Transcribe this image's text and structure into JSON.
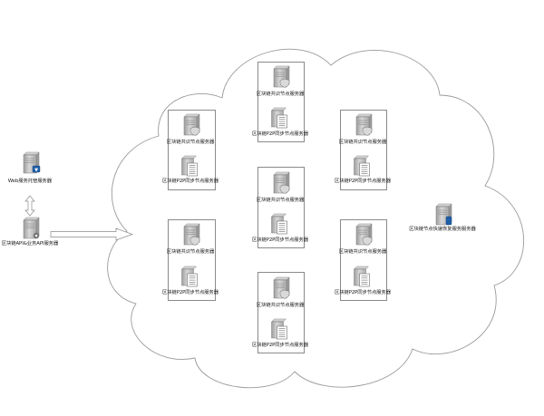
{
  "diagram": {
    "left_servers": {
      "web_server": "Web服务托管服务器",
      "api_server": "区块链API&业务API服务器"
    },
    "recovery_server": "区块链节点快速恢复服务服务器",
    "node_groups": [
      {
        "consensus": "区块链共识节点服务器",
        "p2p": "区块链P2P同步节点服务器"
      },
      {
        "consensus": "区块链共识节点服务器",
        "p2p": "区块链P2P同步节点服务器"
      },
      {
        "consensus": "区块链共识节点服务器",
        "p2p": "区块链P2P同步节点服务器"
      },
      {
        "consensus": "区块链共识节点服务器",
        "p2p": "区块链P2P同步节点服务器"
      },
      {
        "consensus": "区块链共识节点服务器",
        "p2p": "区块链P2P同步节点服务器"
      },
      {
        "consensus": "区块链共识节点服务器",
        "p2p": "区块链P2P同步节点服务器"
      },
      {
        "consensus": "区块链共识节点服务器",
        "p2p": "区块链P2P同步节点服务器"
      }
    ],
    "colors": {
      "cloud_stroke": "#9a9a9a",
      "box_stroke": "#8a8a8a",
      "server_body": "#c8c8c8",
      "accent_blue": "#1f5fa8",
      "arrow_stroke": "#8a8a8a"
    }
  }
}
